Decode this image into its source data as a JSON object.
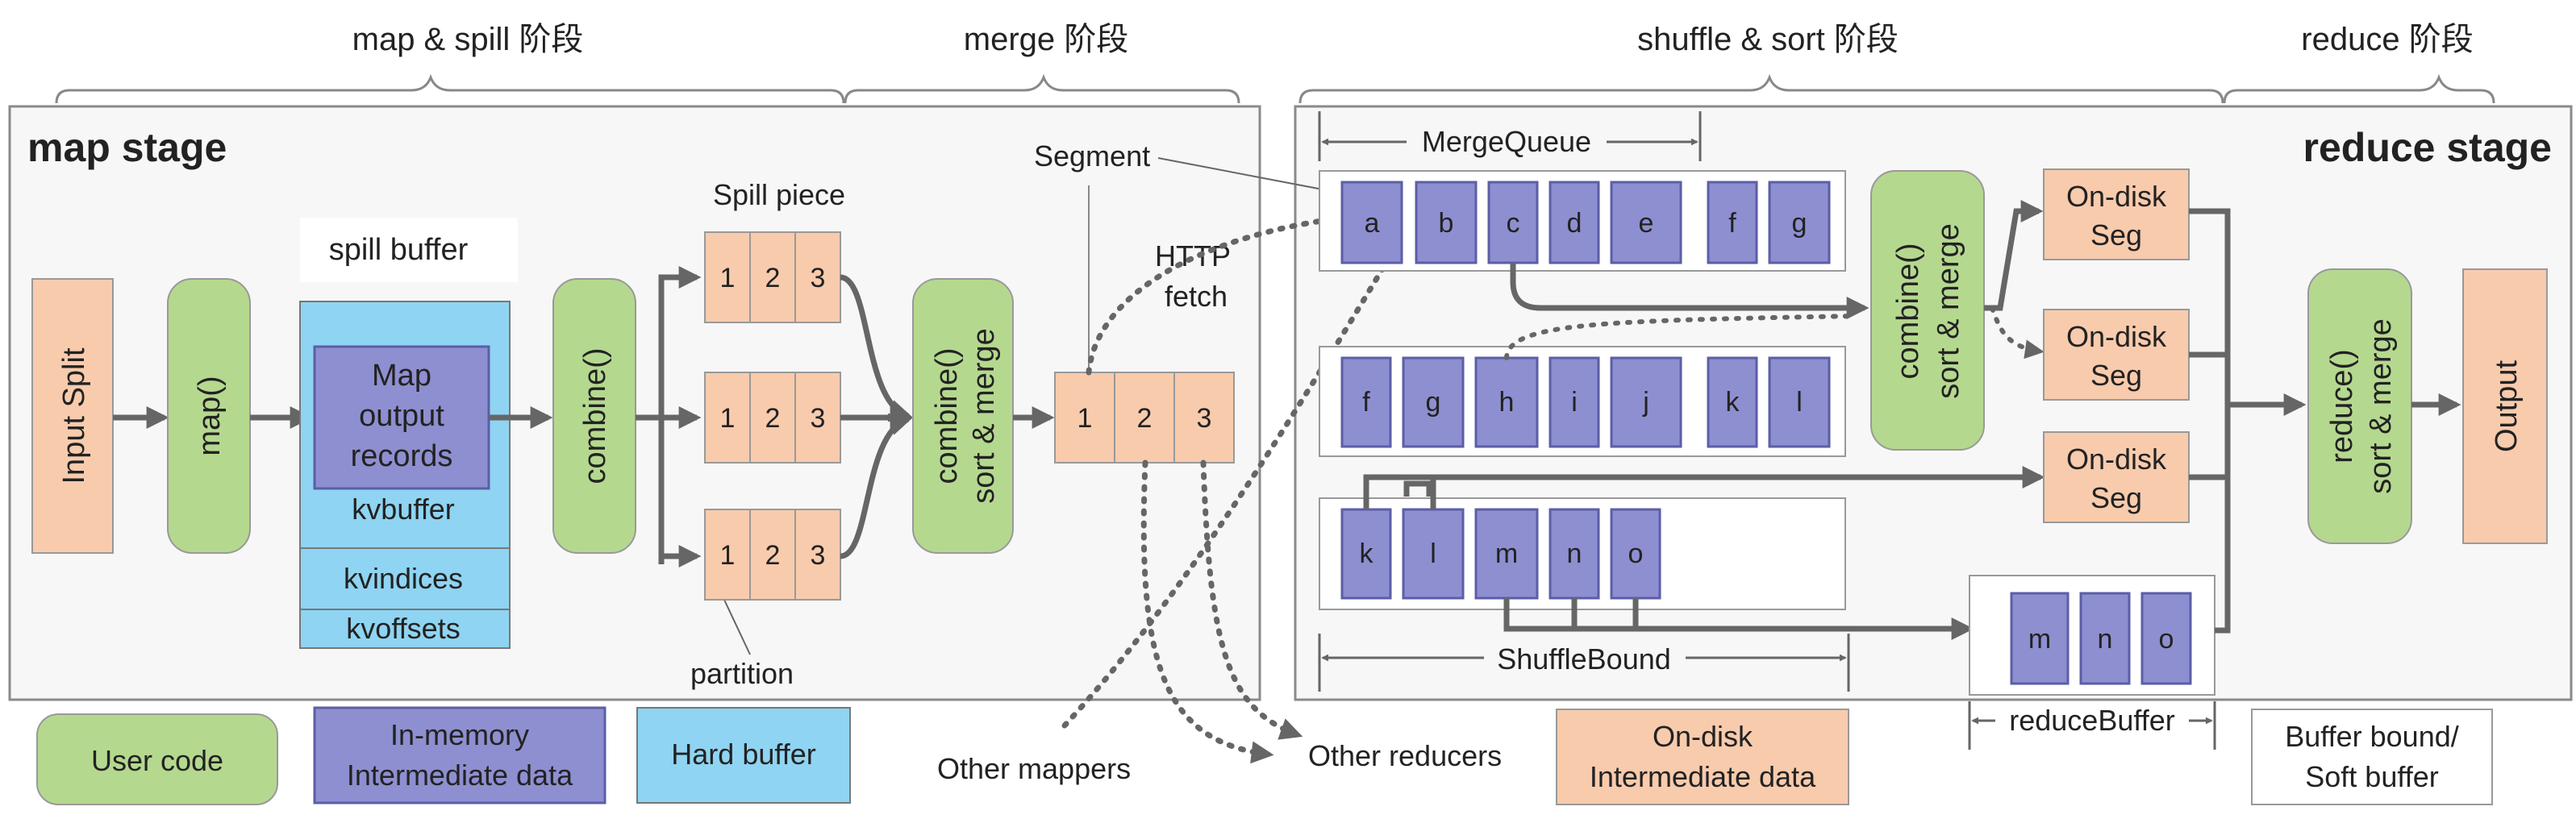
{
  "phases": {
    "map_spill": "map & spill 阶段",
    "merge": "merge 阶段",
    "shuffle_sort": "shuffle & sort 阶段",
    "reduce": "reduce 阶段"
  },
  "map_stage": {
    "title": "map stage",
    "input_split": "Input Split",
    "map_fn": "map()",
    "spill_buffer": {
      "title": "spill buffer",
      "inner": [
        "Map",
        "output",
        "records"
      ],
      "kvbuffer": "kvbuffer",
      "kvindices": "kvindices",
      "kvoffsets": "kvoffsets"
    },
    "combine": "combine()",
    "spill_piece_label": "Spill piece",
    "partition_label": "partition",
    "partition_cells": [
      "1",
      "2",
      "3"
    ],
    "merge_box": [
      "combine()",
      "sort & merge"
    ],
    "segment_label": "Segment",
    "http_fetch": [
      "HTTP",
      "fetch"
    ]
  },
  "reduce_stage": {
    "title": "reduce stage",
    "merge_queue": "MergeQueue",
    "shuffle_bound": "ShuffleBound",
    "reduce_buffer": "reduceBuffer",
    "row1_cells": [
      "a",
      "b",
      "c",
      "d",
      "e",
      "f",
      "g"
    ],
    "row2_cells": [
      "f",
      "g",
      "h",
      "i",
      "j",
      "k",
      "l"
    ],
    "row3_cells": [
      "k",
      "l",
      "m",
      "n",
      "o"
    ],
    "buffer_cells": [
      "m",
      "n",
      "o"
    ],
    "combine_merge": [
      "combine()",
      "sort & merge"
    ],
    "ondisk_seg": [
      "On-disk",
      "Seg"
    ],
    "reduce_merge": [
      "reduce()",
      "sort & merge"
    ],
    "output": "Output"
  },
  "external": {
    "other_mappers": "Other mappers",
    "other_reducers": "Other reducers"
  },
  "legend": {
    "user_code": "User code",
    "in_memory": [
      "In-memory",
      "Intermediate data"
    ],
    "hard_buffer": "Hard buffer",
    "on_disk": [
      "On-disk",
      "Intermediate data"
    ],
    "buffer_bound": [
      "Buffer bound/",
      "Soft buffer"
    ]
  },
  "colors": {
    "salmon": "#f8cbad",
    "green": "#b5d88f",
    "purple": "#8e8fd0",
    "purple_dark": "#5b5ea6",
    "blue": "#8fd4f2",
    "arrow": "#666666",
    "frame": "#8a8a8a"
  }
}
